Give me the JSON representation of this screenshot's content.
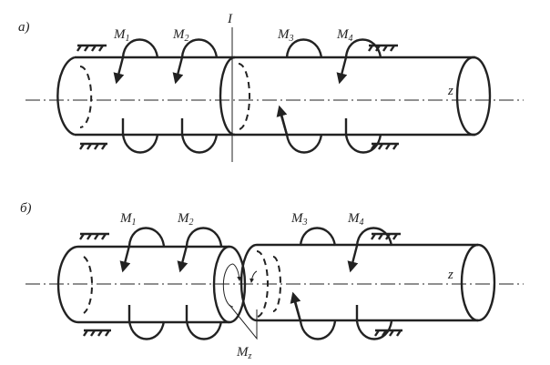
{
  "panels": [
    {
      "tag": "a)",
      "section_label": "I",
      "axis_label": "z",
      "moments": [
        {
          "name": "M",
          "sub": "1",
          "direction": "down"
        },
        {
          "name": "M",
          "sub": "2",
          "direction": "down"
        },
        {
          "name": "M",
          "sub": "3",
          "direction": "up"
        },
        {
          "name": "M",
          "sub": "4",
          "direction": "down"
        }
      ]
    },
    {
      "tag": "б)",
      "axis_label": "z",
      "internal_moment": {
        "name": "M",
        "sub": "z"
      },
      "moments": [
        {
          "name": "M",
          "sub": "1",
          "direction": "down"
        },
        {
          "name": "M",
          "sub": "2",
          "direction": "down"
        },
        {
          "name": "M",
          "sub": "3",
          "direction": "up"
        },
        {
          "name": "M",
          "sub": "4",
          "direction": "down"
        }
      ]
    }
  ]
}
